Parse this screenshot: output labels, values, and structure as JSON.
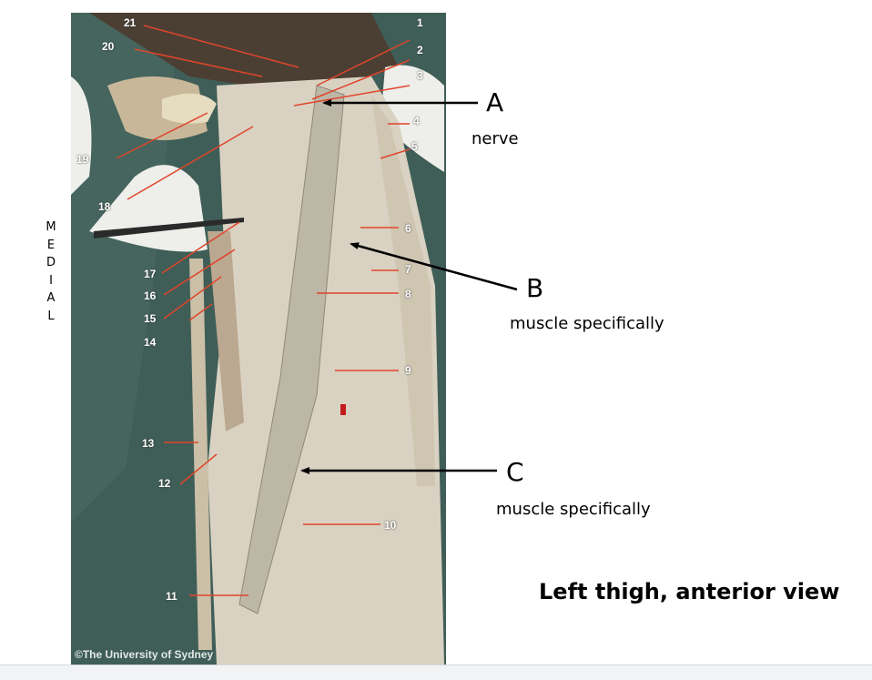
{
  "orientation_label": [
    "M",
    "E",
    "D",
    "I",
    "A",
    "L"
  ],
  "labels": {
    "A": {
      "letter": "A",
      "text": "nerve"
    },
    "B": {
      "letter": "B",
      "text": "muscle specifically"
    },
    "C": {
      "letter": "C",
      "text": "muscle specifically"
    }
  },
  "title": "Left thigh, anterior view",
  "photo": {
    "copyright": "©The University of Sydney",
    "numbers": [
      "1",
      "2",
      "3",
      "4",
      "5",
      "6",
      "7",
      "8",
      "9",
      "10",
      "11",
      "12",
      "13",
      "14",
      "15",
      "16",
      "17",
      "18",
      "19",
      "20",
      "21"
    ]
  },
  "colors": {
    "photo_background": "#3f5e57",
    "label_lines": "#e0452b",
    "arrows": "#000000"
  }
}
